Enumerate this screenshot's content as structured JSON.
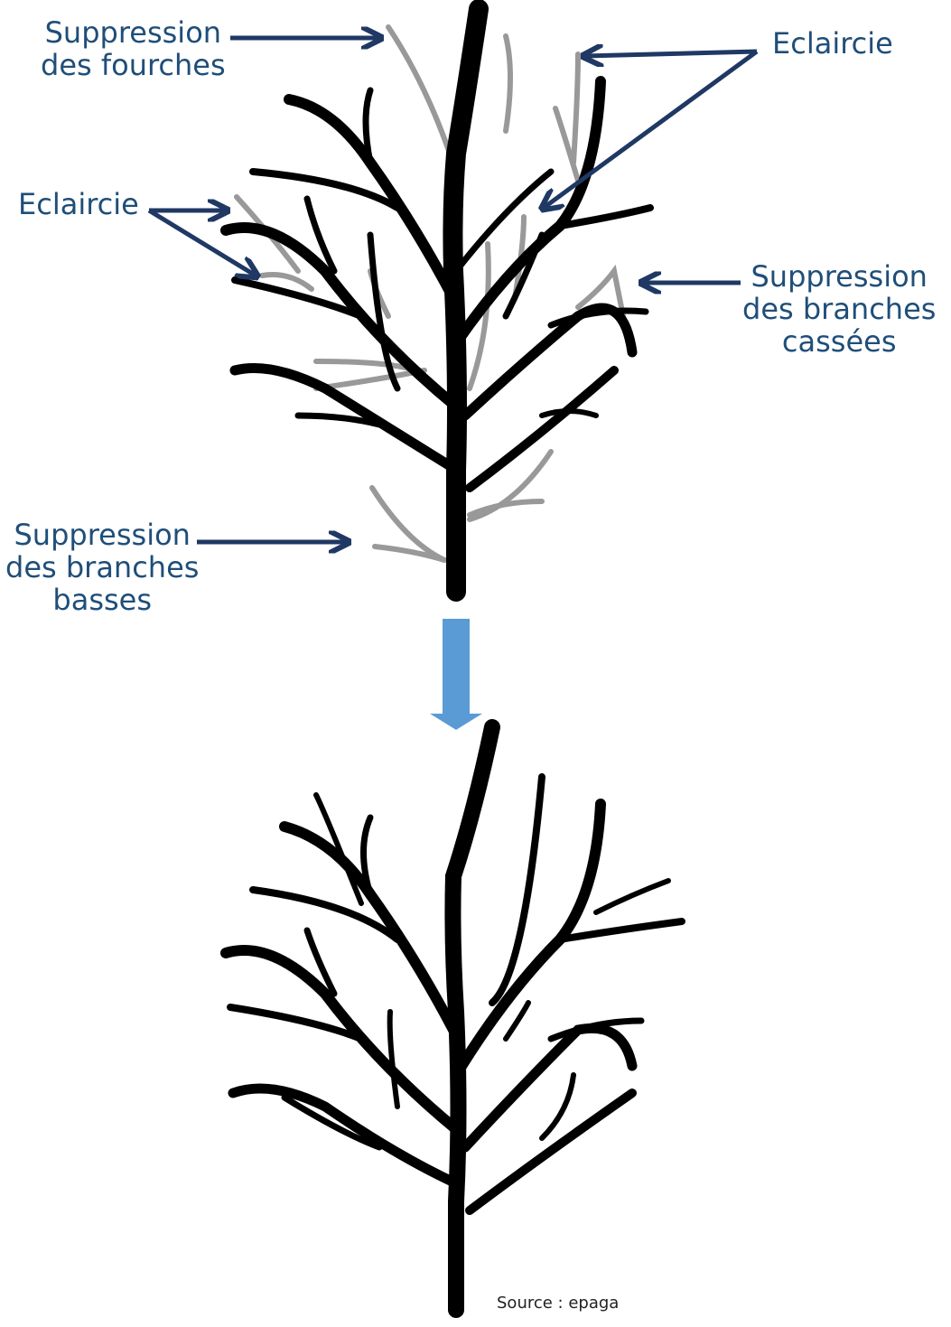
{
  "labels": {
    "forks": [
      "Suppression",
      "des fourches"
    ],
    "thinning_top": "Eclaircie",
    "thinning_left": "Eclaircie",
    "broken": [
      "Suppression",
      "des branches",
      "cassées"
    ],
    "low": [
      "Suppression",
      "des branches",
      "basses"
    ]
  },
  "source": "Source : epaga",
  "colors": {
    "label_text": "#1f4e79",
    "arrow": "#1f3864",
    "trunk": "#000000",
    "removed_branch": "#999999",
    "transition_arrow": "#5b9bd5"
  }
}
